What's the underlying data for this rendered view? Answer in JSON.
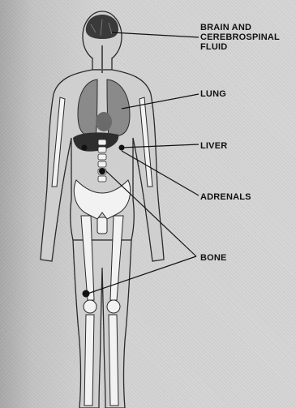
{
  "labels": {
    "brain": [
      "BRAIN AND",
      "CEREBROSPINAL",
      "FLUID"
    ],
    "lung": "LUNG",
    "liver": "LIVER",
    "adrenals": "ADRENALS",
    "bone": "BONE"
  },
  "colors": {
    "background": "#d6d6d6",
    "body_outline": "#2a2a2a",
    "organ_fill": "#3a3a3a",
    "lung_fill": "#8a8a8a",
    "bone_fill": "#f2f2f2",
    "leader_line": "#111111"
  }
}
